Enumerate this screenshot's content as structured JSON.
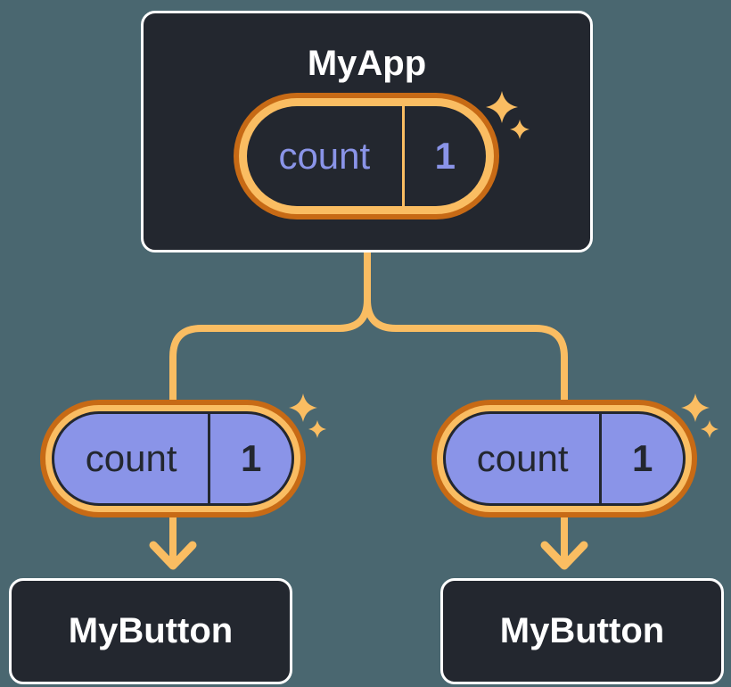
{
  "colors": {
    "background": "#4A6770",
    "node_fill": "#23272F",
    "node_border": "#FFFFFF",
    "accent_light": "#FABD62",
    "accent_dark": "#C76A15",
    "state_fill": "#8A94E8",
    "state_text_dark": "#23272F",
    "state_text_light": "#8A94E8"
  },
  "tree": {
    "root": {
      "title": "MyApp",
      "state": {
        "name": "count",
        "value": "1"
      }
    },
    "children": [
      {
        "title": "MyButton",
        "state": {
          "name": "count",
          "value": "1"
        }
      },
      {
        "title": "MyButton",
        "state": {
          "name": "count",
          "value": "1"
        }
      }
    ]
  }
}
